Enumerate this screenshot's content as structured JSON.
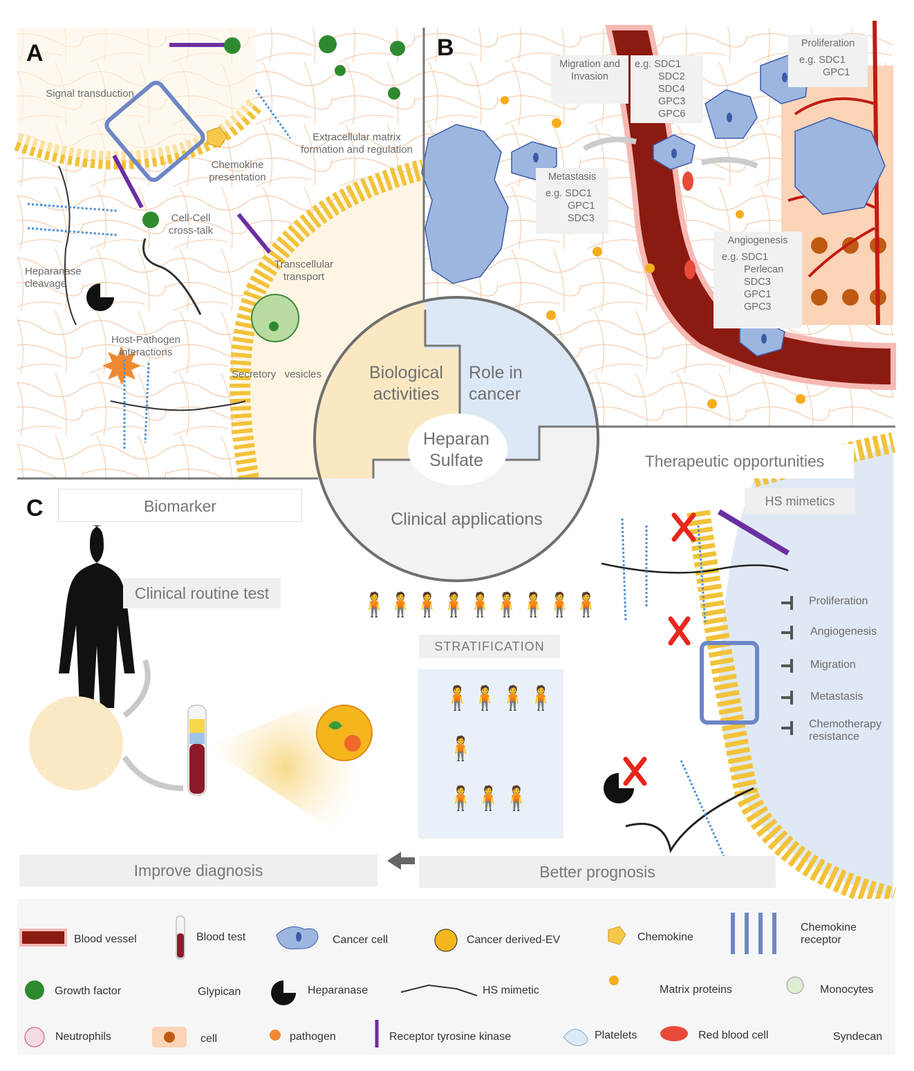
{
  "panels": {
    "a": {
      "letter": "A",
      "labels": {
        "signal_transduction": "Signal transduction",
        "ecm": "Extracellular matrix formation and regulation",
        "chemokine": "Chemokine presentation",
        "cell_cell": "Cell-Cell cross-talk",
        "heparanase": "Heparanase cleavage",
        "transcellular": "Transcellular transport",
        "host_pathogen": "Host-Pathogen interactions",
        "secretory": "Secretory   vesicles"
      }
    },
    "b": {
      "letter": "B",
      "notes": {
        "migration": {
          "head": "Migration and Invasion",
          "list": [
            "e.g. SDC1",
            "SDC2",
            "SDC4",
            "GPC3",
            "GPC6"
          ]
        },
        "proliferation": {
          "head": "Proliferation",
          "list": [
            "e.g. SDC1",
            "GPC1"
          ]
        },
        "metastasis": {
          "head": "Metastasis",
          "list": [
            "e.g. SDC1",
            "GPC1",
            "SDC3"
          ]
        },
        "angiogenesis": {
          "head": "Angiogenesis",
          "list": [
            "e.g. SDC1",
            "Perlecan",
            "SDC3",
            "GPC1",
            "GPC3"
          ]
        }
      }
    },
    "c": {
      "letter": "C",
      "biomarker": "Biomarker",
      "clinical_routine": "Clinical routine test",
      "stratification": "STRATIFICATION",
      "improve": "Improve diagnosis",
      "prognosis": "Better prognosis",
      "therapeutic": "Therapeutic opportunities",
      "hs_mimetics": "HS mimetics",
      "inhibitions": [
        "Proliferation",
        "Angiogenesis",
        "Migration",
        "Metastasis",
        "Chemotherapy resistance"
      ]
    }
  },
  "center": {
    "biological": "Biological activities",
    "cancer": "Role in cancer",
    "heparan": "Heparan Sulfate",
    "clinical": "Clinical applications"
  },
  "legend": [
    {
      "icon": "blood-vessel-icon",
      "label": "Blood vessel"
    },
    {
      "icon": "blood-test-icon",
      "label": "Blood test"
    },
    {
      "icon": "cancer-cell-icon",
      "label": "Cancer cell"
    },
    {
      "icon": "cancer-ev-icon",
      "label": "Cancer derived-EV"
    },
    {
      "icon": "chemokine-icon",
      "label": "Chemokine"
    },
    {
      "icon": "chemokine-receptor-icon",
      "label": "Chemokine receptor"
    },
    {
      "icon": "growth-factor-icon",
      "label": "Growth factor"
    },
    {
      "icon": "glypican-icon",
      "label": "Glypican"
    },
    {
      "icon": "heparanase-icon",
      "label": "Heparanase"
    },
    {
      "icon": "hs-mimetic-icon",
      "label": "HS mimetic"
    },
    {
      "icon": "matrix-proteins-icon",
      "label": "Matrix proteins"
    },
    {
      "icon": "monocytes-icon",
      "label": "Monocytes"
    },
    {
      "icon": "neutrophils-icon",
      "label": "Neutrophils"
    },
    {
      "icon": "cell-icon",
      "label": "cell"
    },
    {
      "icon": "pathogen-icon",
      "label": "pathogen"
    },
    {
      "icon": "receptor-tyrosine-kinase-icon",
      "label": "Receptor tyrosine kinase"
    },
    {
      "icon": "platelets-icon",
      "label": "Platelets"
    },
    {
      "icon": "red-blood-cell-icon",
      "label": "Red blood cell"
    },
    {
      "icon": "syndecan-icon",
      "label": "Syndecan"
    }
  ],
  "colors": {
    "vessel": "#8b1a10",
    "cancer_cell": "#9db6e0",
    "membrane": "#f2c23a",
    "fiber": "#f3c7a6",
    "receptor": "#6b2fa0",
    "growth_factor": "#2f8a2f",
    "inhibit_x": "#e8261c"
  }
}
